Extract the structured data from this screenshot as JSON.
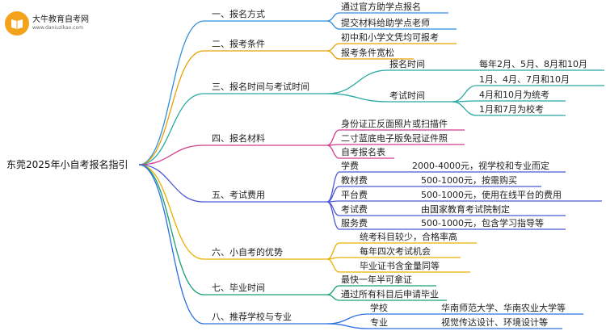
{
  "logo": {
    "name": "大牛教育自考网",
    "url": "www.daniuzikao.com"
  },
  "colors": {
    "b1": "#2f8ee0",
    "b2": "#e6a000",
    "b3": "#27a9a2",
    "b4": "#d23a8a",
    "b5": "#4a58d8",
    "b6": "#e8b000",
    "b7": "#18a070",
    "b8": "#2c6fe0"
  },
  "mindmap": {
    "root": "东莞2025年小自考报名指引",
    "branches": [
      {
        "label": "一、报名方式",
        "children": [
          {
            "label": "通过官方助学点报名"
          },
          {
            "label": "提交材料给助学点老师"
          }
        ]
      },
      {
        "label": "二、报考条件",
        "children": [
          {
            "label": "初中和小学文凭均可报考"
          },
          {
            "label": "报考条件宽松"
          }
        ]
      },
      {
        "label": "三、报名时间与考试时间",
        "children": [
          {
            "label": "报名时间",
            "children": [
              {
                "label": "每年2月、5月、8月和10月"
              }
            ]
          },
          {
            "label": "考试时间",
            "children": [
              {
                "label": "1月、4月、7月和10月"
              },
              {
                "label": "4月和10月为统考"
              },
              {
                "label": "1月和7月为校考"
              }
            ]
          }
        ]
      },
      {
        "label": "四、报名材料",
        "children": [
          {
            "label": "身份证正反面照片或扫描件"
          },
          {
            "label": "二寸蓝底电子版免冠证件照"
          },
          {
            "label": "自考报名表"
          }
        ]
      },
      {
        "label": "五、考试费用",
        "children": [
          {
            "label": "学费",
            "children": [
              {
                "label": "2000-4000元，视学校和专业而定"
              }
            ]
          },
          {
            "label": "教材费",
            "children": [
              {
                "label": "500-1000元，按需购买"
              }
            ]
          },
          {
            "label": "平台费",
            "children": [
              {
                "label": "500-1000元，使用在线平台的费用"
              }
            ]
          },
          {
            "label": "考试费",
            "children": [
              {
                "label": "由国家教育考试院制定"
              }
            ]
          },
          {
            "label": "服务费",
            "children": [
              {
                "label": "500-1000元，包含学习指导等"
              }
            ]
          }
        ]
      },
      {
        "label": "六、小自考的优势",
        "children": [
          {
            "label": "统考科目较少，合格率高"
          },
          {
            "label": "每年四次考试机会"
          },
          {
            "label": "毕业证书含金量同等"
          }
        ]
      },
      {
        "label": "七、毕业时间",
        "children": [
          {
            "label": "最快一年半可拿证"
          },
          {
            "label": "通过所有科目后申请毕业"
          }
        ]
      },
      {
        "label": "八、推荐学校与专业",
        "children": [
          {
            "label": "学校",
            "children": [
              {
                "label": "华南师范大学、华南农业大学等"
              }
            ]
          },
          {
            "label": "专业",
            "children": [
              {
                "label": "视觉传达设计、环境设计等"
              }
            ]
          }
        ]
      }
    ]
  }
}
